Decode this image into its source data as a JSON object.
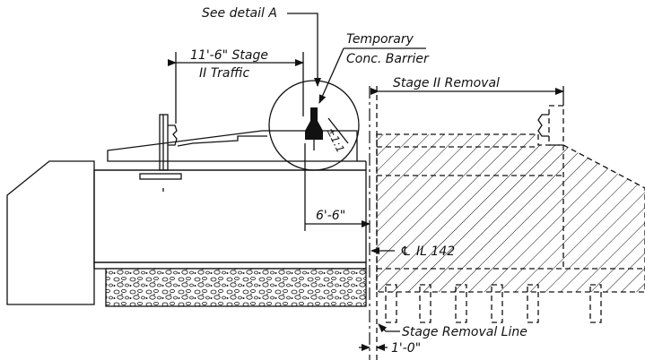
{
  "labels": {
    "detail_a": "See detail A",
    "stage_traffic_line1": "11'-6\" Stage",
    "stage_traffic_line2": "II Traffic",
    "barrier_line1": "Temporary",
    "barrier_line2": "Conc. Barrier",
    "stage_removal": "Stage II Removal",
    "slope": "±1:1",
    "dim_6_6": "6'-6\"",
    "centerline_symbol": "℄",
    "centerline_text": "IL 142",
    "removal_line": "Stage Removal Line",
    "dim_1_0": "1'-0\""
  }
}
